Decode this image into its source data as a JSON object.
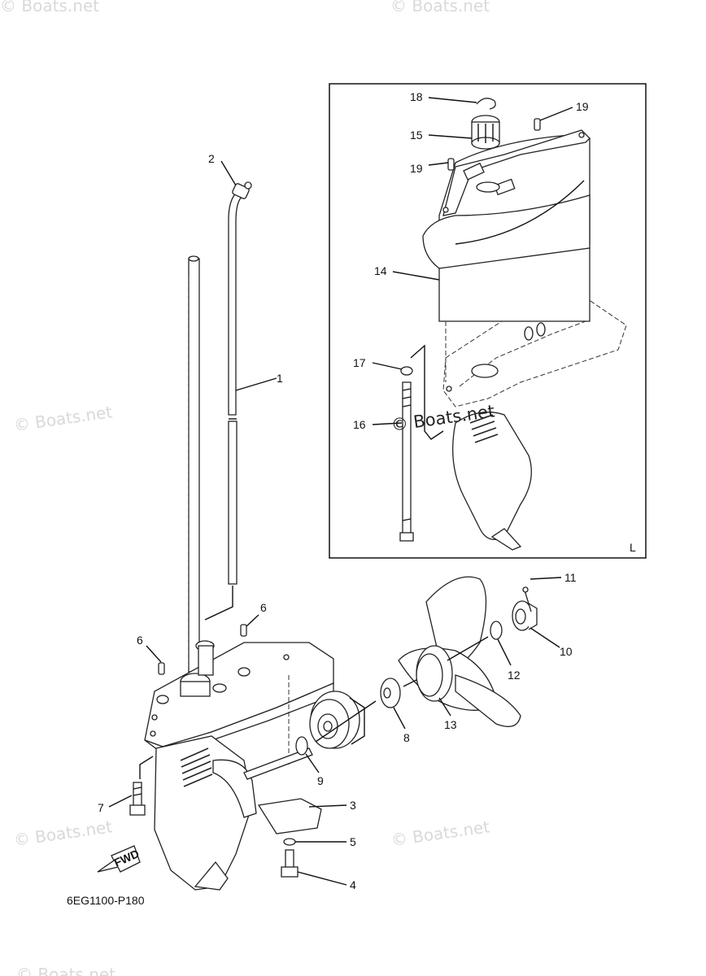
{
  "diagram": {
    "code": "6EG1100-P180",
    "inset_tag": "L",
    "fwd_label": "FWD",
    "watermarks": [
      "© Boats.net",
      "© Boats.net",
      "© Boats.net",
      "© Boats.net",
      "© Boats.net",
      "© Boats.net",
      "© Boats.net"
    ],
    "callouts": [
      {
        "id": "1",
        "label": "1"
      },
      {
        "id": "2",
        "label": "2"
      },
      {
        "id": "3",
        "label": "3"
      },
      {
        "id": "4",
        "label": "4"
      },
      {
        "id": "5",
        "label": "5"
      },
      {
        "id": "6a",
        "label": "6"
      },
      {
        "id": "6b",
        "label": "6"
      },
      {
        "id": "7",
        "label": "7"
      },
      {
        "id": "8",
        "label": "8"
      },
      {
        "id": "9",
        "label": "9"
      },
      {
        "id": "10",
        "label": "10"
      },
      {
        "id": "11",
        "label": "11"
      },
      {
        "id": "12",
        "label": "12"
      },
      {
        "id": "13",
        "label": "13"
      },
      {
        "id": "14",
        "label": "14"
      },
      {
        "id": "15",
        "label": "15"
      },
      {
        "id": "16",
        "label": "16"
      },
      {
        "id": "17",
        "label": "17"
      },
      {
        "id": "18",
        "label": "18"
      },
      {
        "id": "19a",
        "label": "19"
      },
      {
        "id": "19b",
        "label": "19"
      }
    ]
  }
}
